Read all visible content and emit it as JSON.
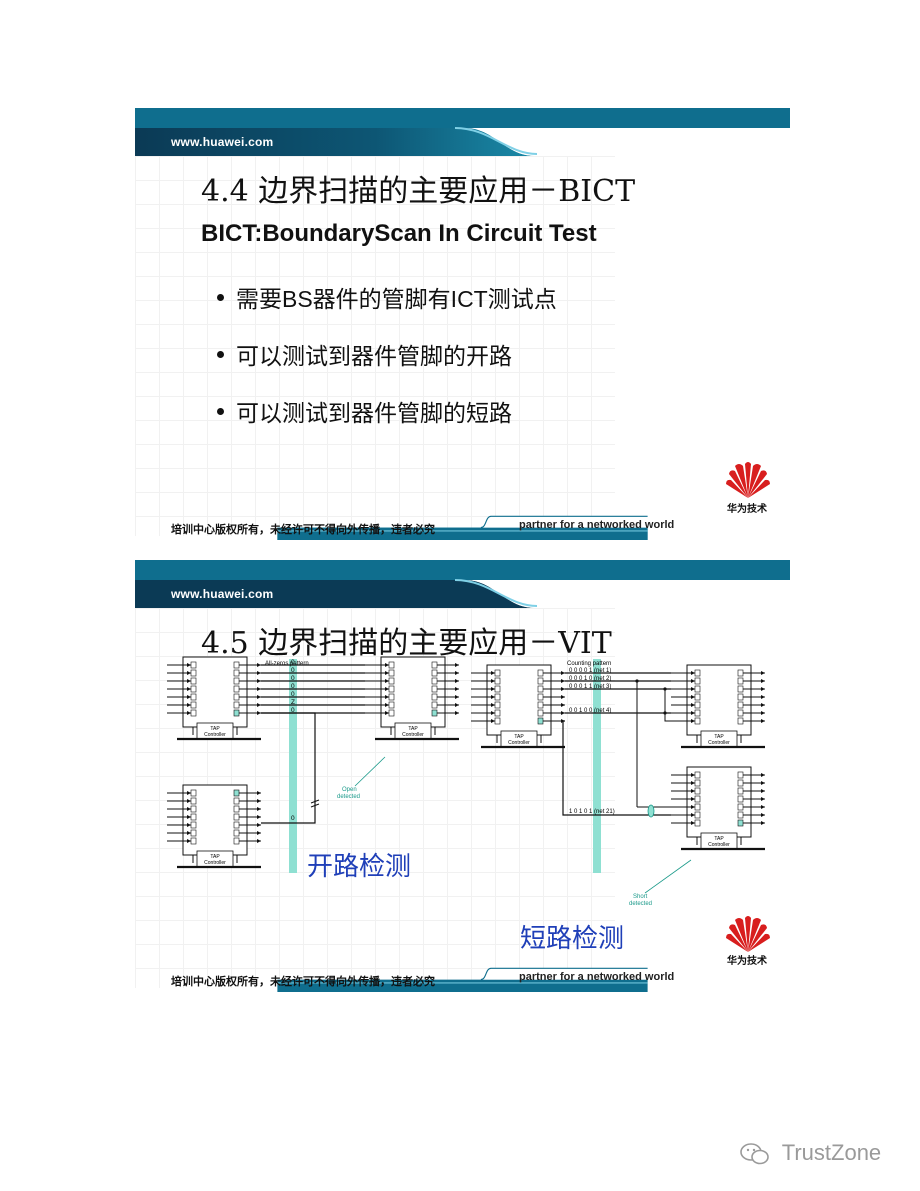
{
  "slide1": {
    "site": "www.huawei.com",
    "title": "4.4 边界扫描的主要应用－BICT",
    "subtitle": "BICT:BoundaryScan In Circuit Test",
    "bullets": [
      "需要BS器件的管脚有ICT测试点",
      "可以测试到器件管脚的开路",
      "可以测试到器件管脚的短路"
    ],
    "logo_text": "华为技术",
    "footer_left": "培训中心版权所有，未经许可不得向外传播，违者必究",
    "footer_right": "partner for a networked world"
  },
  "slide2": {
    "site": "www.huawei.com",
    "title": "4.5 边界扫描的主要应用－VIT",
    "all_zeros_label": "All-zeros pattern",
    "counting_label": "Counting pattern",
    "zeros": [
      "0",
      "0",
      "0",
      "0",
      "0",
      "Z",
      "0"
    ],
    "nets": [
      {
        "pattern": "0 0 0 0 1",
        "name": "(net 1)"
      },
      {
        "pattern": "0 0 0 1 0",
        "name": "(net 2)"
      },
      {
        "pattern": "0 0 0 1 1",
        "name": "(net 3)"
      },
      {
        "pattern": "0 0 1 0 0",
        "name": "(net 4)"
      },
      {
        "pattern": "1 0 1 0 1",
        "name": "(net 21)"
      }
    ],
    "tap": "TAP",
    "controller": "Controller",
    "open_detected": [
      "Open",
      "detected"
    ],
    "short_detected": [
      "Short",
      "detected"
    ],
    "open_label": "开路检测",
    "short_label": "短路检测",
    "logo_text": "华为技术",
    "footer_left": "培训中心版权所有，未经许可不得向外传播，违者必究",
    "footer_right": "partner for a networked world"
  },
  "watermark": "TrustZone",
  "colors": {
    "header_teal": "#1a8aa8",
    "header_dark": "#0b3a55",
    "accent_teal": "#8fe0d2",
    "label_blue": "#1f3fb8",
    "logo_red": "#d81e1e"
  }
}
